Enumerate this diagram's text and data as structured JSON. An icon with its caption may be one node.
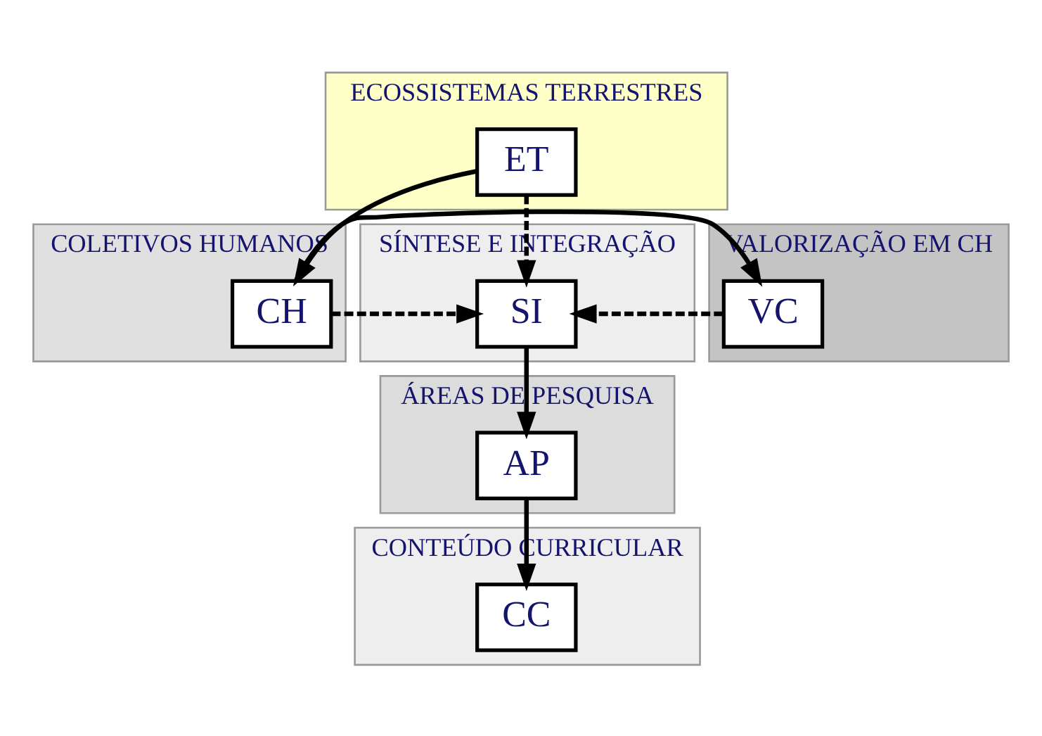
{
  "diagram": {
    "nodes": [
      {
        "text": [
          "ECOSSISTEMAS TERRESTRES"
        ]
      },
      {
        "text": [
          "ET"
        ],
        "in": 0
      },
      {
        "text": [
          "COLETIVOS HUMANOS"
        ]
      },
      {
        "text": [
          "CH"
        ],
        "in": 2
      },
      {
        "text": [
          "SÍNTESE E INTEGRAÇÃO"
        ]
      },
      {
        "text": [
          "SI"
        ],
        "in": 4
      },
      {
        "text": [
          "VALORIZAÇÃO EM CH"
        ]
      },
      {
        "text": [
          "VC"
        ],
        "in": 6
      },
      {
        "text": [
          "ÁREAS DE PESQUISA"
        ]
      },
      {
        "text": [
          "AP"
        ],
        "in": 8
      },
      {
        "text": [
          "CONTEÚDO CURRICULAR"
        ]
      },
      {
        "text": [
          "CC"
        ],
        "in": 10
      }
    ],
    "edges": [
      {
        "from": 1,
        "to": 3,
        "arrow": "to"
      },
      {
        "from": 1,
        "to": 5,
        "arrow": "to",
        "style": "dashed"
      },
      {
        "from": 3,
        "to": 5,
        "arrow": "to",
        "style": "dashed"
      },
      {
        "from": 7,
        "to": 5,
        "arrow": "to",
        "style": "dashed"
      },
      {
        "from": 3,
        "to": 7,
        "arrow": "to"
      },
      {
        "from": 5,
        "to": 9,
        "arrow": "to"
      },
      {
        "from": 9,
        "to": 11,
        "arrow": "to"
      }
    ]
  }
}
